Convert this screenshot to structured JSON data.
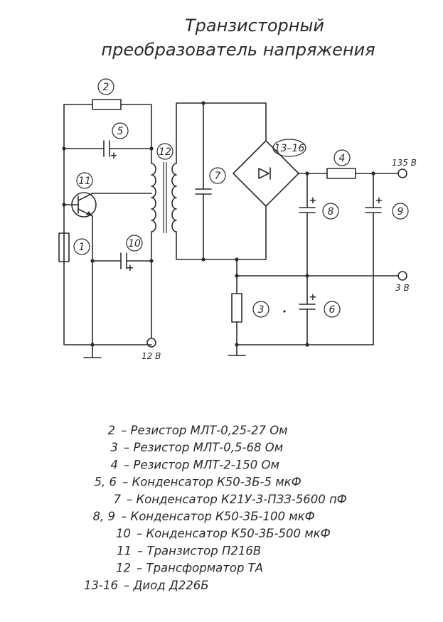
{
  "title": {
    "line1": "Транзисторный",
    "line2": "преобразователь напряжения"
  },
  "components": {
    "r1": "1",
    "r2": "2",
    "r3": "3",
    "r4": "4",
    "c5": "5",
    "c6": "6",
    "c7": "7",
    "c8": "8",
    "c9": "9",
    "c10": "10",
    "t11": "11",
    "tr12": "12",
    "d1316": "13–16"
  },
  "terminals": {
    "out_high": "135 В",
    "out_low": "3 В",
    "input": "12 В"
  },
  "polarity_mark": "+",
  "legend": [
    {
      "ref": "2",
      "text": "Резистор МЛТ-0,25-27 Ом"
    },
    {
      "ref": "3",
      "text": "Резистор МЛТ-0,5-68 Ом"
    },
    {
      "ref": "4",
      "text": "Резистор МЛТ-2-150 Ом"
    },
    {
      "ref": "5, 6",
      "text": "Конденсатор К50-3Б-5 мкФ"
    },
    {
      "ref": "7",
      "text": "Конденсатор К21У-3-ПЗЗ-5600 пФ"
    },
    {
      "ref": "8, 9",
      "text": "Конденсатор К50-3Б-100 мкФ"
    },
    {
      "ref": "10",
      "text": "Конденсатор К50-3Б-500 мкФ"
    },
    {
      "ref": "11",
      "text": "Транзистор П216В"
    },
    {
      "ref": "12",
      "text": "Трансформатор ТА"
    },
    {
      "ref": "13-16",
      "text": "Диод Д226Б"
    }
  ]
}
